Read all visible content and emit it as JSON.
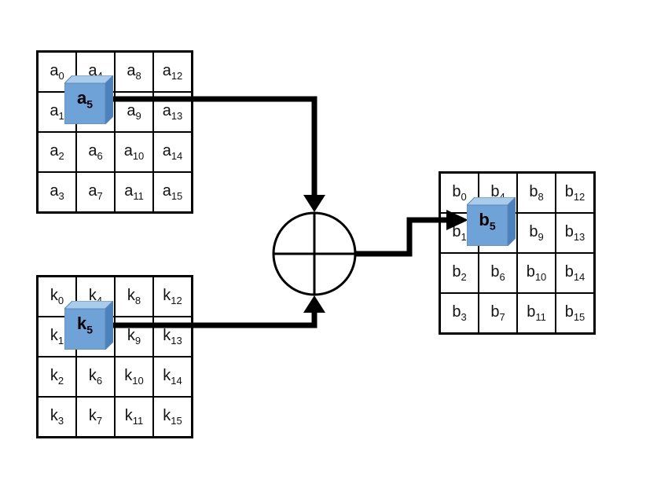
{
  "matrix_a": {
    "letter": "a",
    "rows": [
      [
        "0",
        "4",
        "8",
        "12"
      ],
      [
        "1",
        "5",
        "9",
        "13"
      ],
      [
        "2",
        "6",
        "10",
        "14"
      ],
      [
        "3",
        "7",
        "11",
        "15"
      ]
    ],
    "highlight": {
      "row": 1,
      "col": 1,
      "sub": "5"
    }
  },
  "matrix_k": {
    "letter": "k",
    "rows": [
      [
        "0",
        "4",
        "8",
        "12"
      ],
      [
        "1",
        "5",
        "9",
        "13"
      ],
      [
        "2",
        "6",
        "10",
        "14"
      ],
      [
        "3",
        "7",
        "11",
        "15"
      ]
    ],
    "highlight": {
      "row": 1,
      "col": 1,
      "sub": "5"
    }
  },
  "matrix_b": {
    "letter": "b",
    "rows": [
      [
        "0",
        "4",
        "8",
        "12"
      ],
      [
        "1",
        "5",
        "9",
        "13"
      ],
      [
        "2",
        "6",
        "10",
        "14"
      ],
      [
        "3",
        "7",
        "11",
        "15"
      ]
    ],
    "highlight": {
      "row": 1,
      "col": 1,
      "sub": "5"
    }
  },
  "colors": {
    "cube_front": "#6fa3d8",
    "cube_top": "#a9cbec",
    "cube_side": "#4b82bd",
    "line": "#000000"
  },
  "operator_icon": "xor-circle-icon"
}
